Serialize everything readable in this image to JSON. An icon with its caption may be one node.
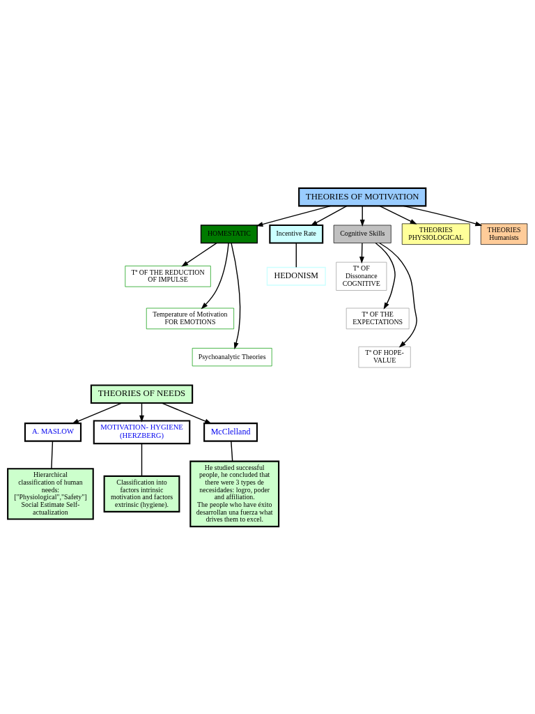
{
  "diagram": {
    "nodes": [
      {
        "text": [
          "THEORIES OF MOTIVATION"
        ]
      },
      {
        "text": [
          "HOMESTATIC"
        ]
      },
      {
        "text": [
          "Tª OF THE REDUCTION OF IMPULSE"
        ]
      },
      {
        "text": [
          "Temperature of Motivation FOR EMOTIONS"
        ]
      },
      {
        "text": [
          "Psychoanalytic Theories"
        ]
      },
      {
        "text": [
          "Incentive Rate"
        ]
      },
      {
        "text": [
          "HEDONISM"
        ]
      },
      {
        "text": [
          "Cognitive Skills"
        ]
      },
      {
        "text": [
          "Tª OF Dissonance COGNITIVE"
        ]
      },
      {
        "text": [
          "Tª OF THE EXPECTATIONS"
        ]
      },
      {
        "text": [
          "Tª OF HOPE- VALUE"
        ]
      },
      {
        "text": [
          "THEORIES PHYSIOLOGICAL"
        ]
      },
      {
        "text": [
          "THEORIES Humanists"
        ]
      },
      {
        "text": [
          "THEORIES OF NEEDS"
        ]
      },
      {
        "text": [
          "A. MASLOW"
        ]
      },
      {
        "text": [
          "MOTIVATION- HYGIENE (HERZBERG)"
        ]
      },
      {
        "text": [
          "McClelland"
        ]
      },
      {
        "text": [
          "Hierarchical classification of human needs: [\"Physiological\",\"Safety\"] Social Estimate Self-actualization"
        ]
      },
      {
        "text": [
          "Classification into factors intrinsic motivation and factors extrinsic (hygiene)."
        ]
      },
      {
        "text": [
          "He studied successful people, he concluded that there were 3 types de necesidades: logro, poder and affiliation.",
          "The people who have éxito desarrollan una fuerza what drives them to excel."
        ]
      }
    ],
    "edges": [
      {
        "from": 0,
        "to": 1,
        "arrow": "to"
      },
      {
        "from": 0,
        "to": 11,
        "arrow": "to"
      },
      {
        "from": 0,
        "to": 5,
        "arrow": "to"
      },
      {
        "from": 0,
        "to": 12,
        "arrow": "to"
      },
      {
        "from": 0,
        "to": 7,
        "arrow": "to"
      },
      {
        "from": 1,
        "to": 2,
        "arrow": "to"
      },
      {
        "from": 1,
        "to": 3,
        "arrow": "to"
      },
      {
        "from": 1,
        "to": 4,
        "arrow": "to"
      },
      {
        "from": 5,
        "to": 6,
        "arrow": "none"
      },
      {
        "from": 7,
        "to": 8,
        "arrow": "to"
      },
      {
        "from": 7,
        "to": 9,
        "arrow": "to"
      },
      {
        "from": 7,
        "to": 10,
        "arrow": "to"
      },
      {
        "from": 13,
        "to": 14,
        "arrow": "to"
      },
      {
        "from": 13,
        "to": 15,
        "arrow": "to"
      },
      {
        "from": 13,
        "to": 16,
        "arrow": "to"
      },
      {
        "from": 14,
        "to": 17,
        "arrow": "none"
      },
      {
        "from": 15,
        "to": 18,
        "arrow": "none"
      },
      {
        "from": 16,
        "to": 19,
        "arrow": "none"
      }
    ]
  }
}
